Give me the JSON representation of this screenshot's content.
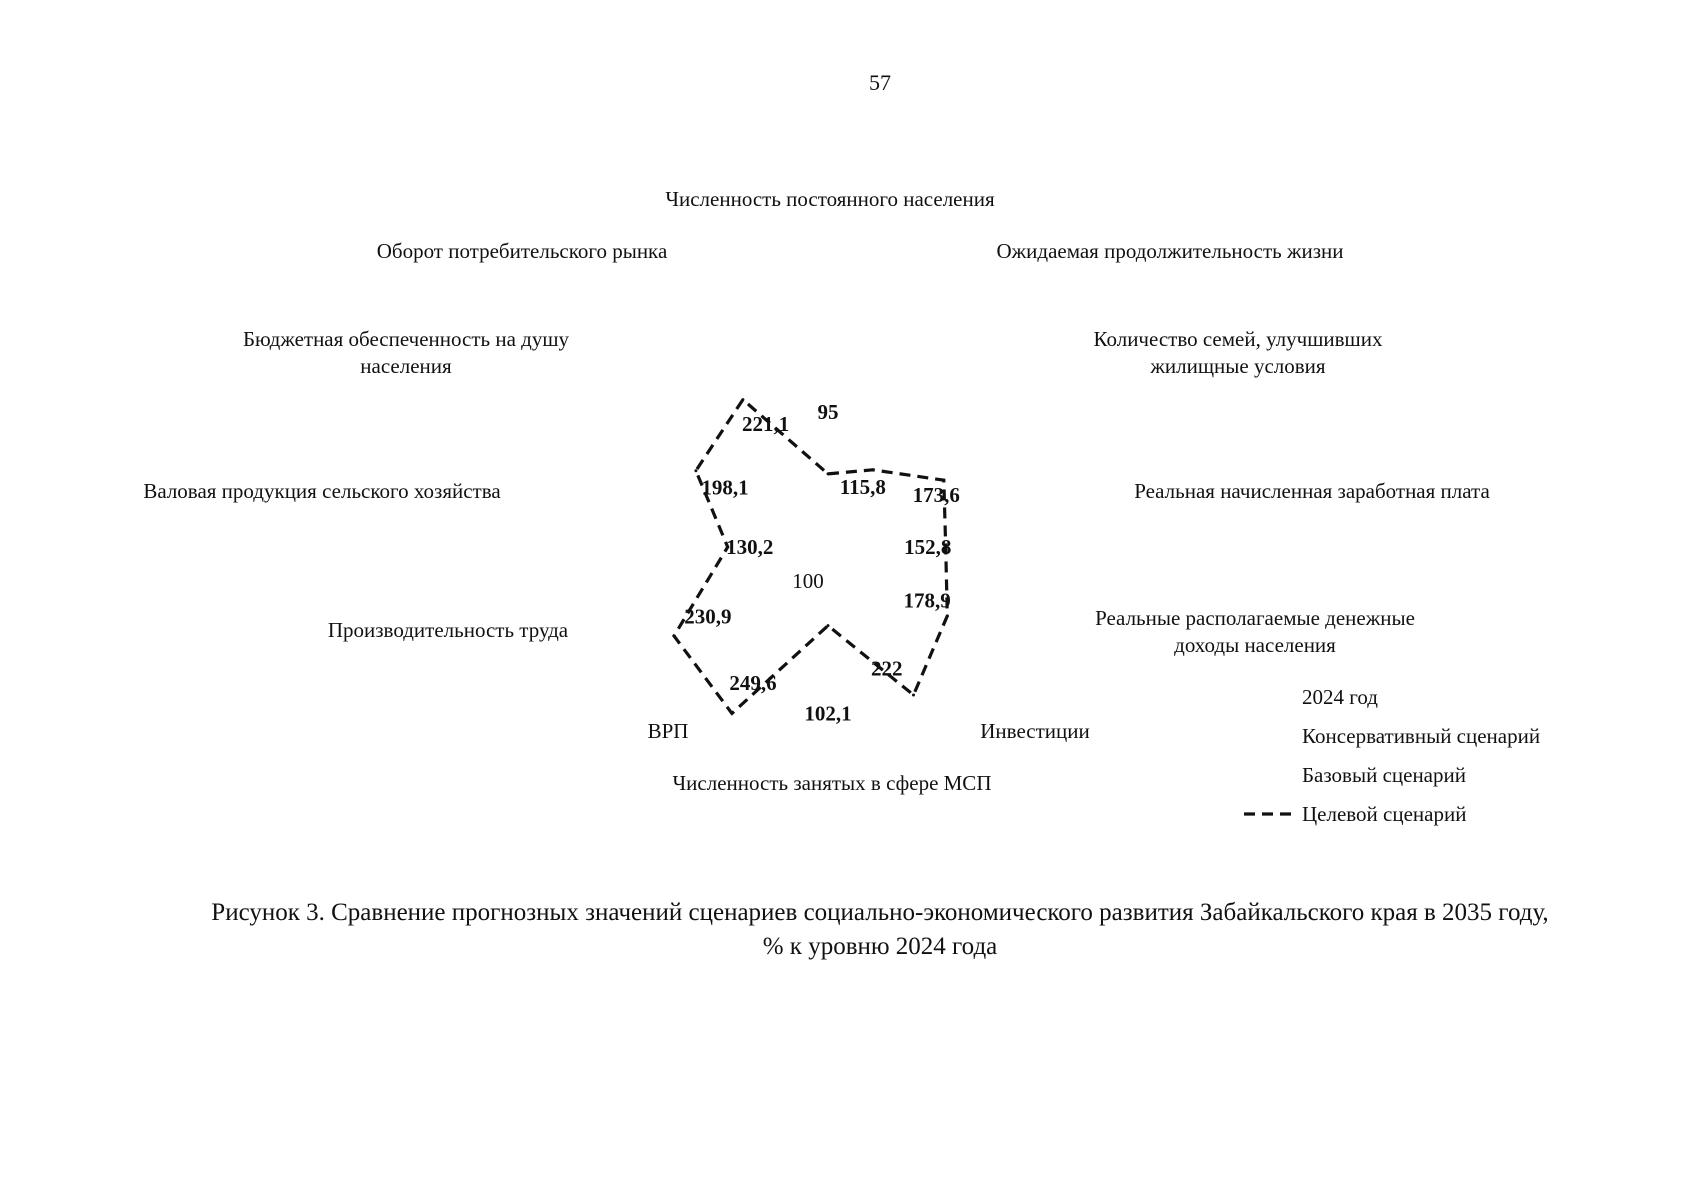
{
  "page": {
    "number": "57"
  },
  "caption": {
    "line1": "Рисунок 3. Сравнение прогнозных значений сценариев социально-экономического развития Забайкальского края в 2035 году,",
    "line2": "% к уровню 2024 года"
  },
  "chart_data": {
    "type": "radar",
    "title": "",
    "categories": [
      [
        "Численность постоянного населения"
      ],
      [
        "Ожидаемая продолжительность жизни"
      ],
      [
        "Количество семей, улучшивших",
        "жилищные условия"
      ],
      [
        "Реальная начисленная заработная плата"
      ],
      [
        "Реальные располагаемые денежные",
        "доходы населения"
      ],
      [
        "Инвестиции"
      ],
      [
        "Численность занятых в сфере МСП"
      ],
      [
        "ВРП"
      ],
      [
        "Производительность труда"
      ],
      [
        "Валовая продукция сельского хозяйства"
      ],
      [
        "Бюджетная обеспеченность на душу",
        "населения"
      ],
      [
        "Оборот потребительского рынка"
      ]
    ],
    "reference_label": "100",
    "series": [
      {
        "name": "Целевой сценарий",
        "style": "dashed",
        "color": "#111111",
        "values": [
          95,
          115.8,
          173.6,
          152.8,
          178.9,
          222,
          102.1,
          249.6,
          230.9,
          130.2,
          198.1,
          221.1
        ],
        "labels": [
          "95",
          "115,8",
          "173,6",
          "152,8",
          "178,9",
          "222",
          "102,1",
          "249,6",
          "230,9",
          "130,2",
          "198,1",
          "221,1"
        ]
      }
    ],
    "legend": {
      "position": "bottom-right",
      "entries": [
        "2024 год",
        "Консервативный сценарий",
        "Базовый  сценарий",
        "Целевой сценарий"
      ]
    },
    "grid": false
  }
}
